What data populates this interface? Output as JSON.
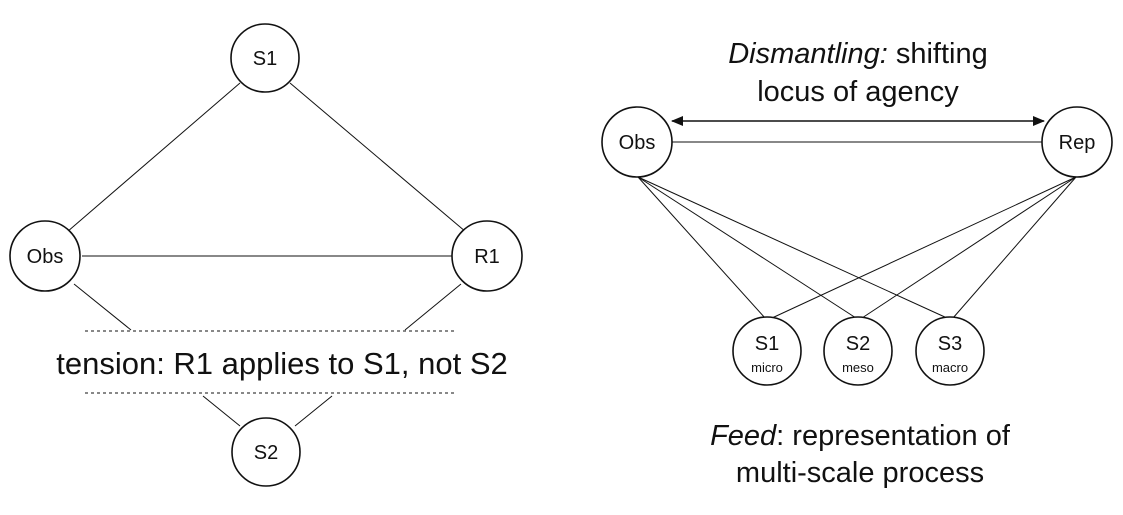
{
  "left_diagram": {
    "nodes": {
      "s1": "S1",
      "obs": "Obs",
      "r1": "R1",
      "s2": "S2"
    },
    "tension_label": "tension: R1 applies to S1, not S2"
  },
  "right_diagram": {
    "caption_top": {
      "italic": "Dismantling:",
      "rest": " shifting",
      "line2": "locus of agency"
    },
    "nodes": {
      "obs": "Obs",
      "rep": "Rep",
      "s1": "S1",
      "s1_sub": "micro",
      "s2": "S2",
      "s2_sub": "meso",
      "s3": "S3",
      "s3_sub": "macro"
    },
    "caption_bottom": {
      "italic": "Feed",
      "rest": ": representation of",
      "line2": "multi-scale process"
    }
  }
}
